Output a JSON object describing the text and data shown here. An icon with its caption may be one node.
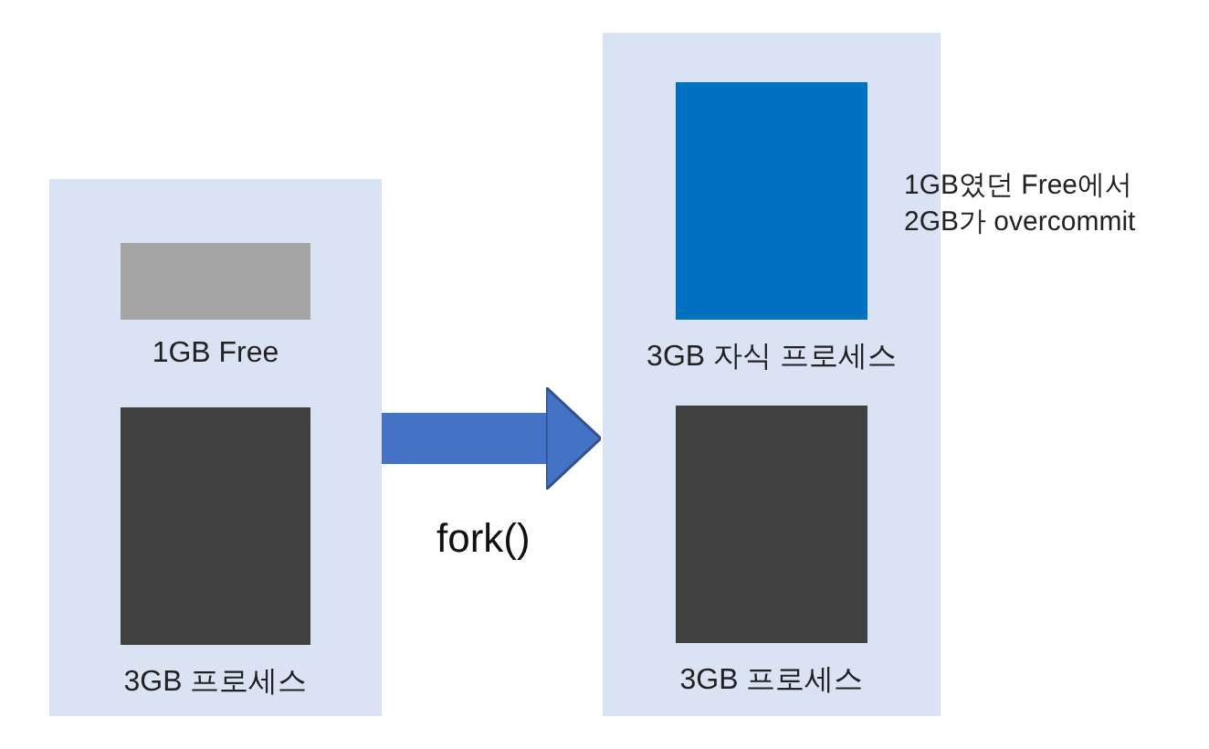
{
  "diagram": {
    "nodes": [
      {
        "text": [],
        "shape": "box"
      },
      {
        "text": [
          "1GB Free"
        ],
        "in": 0
      },
      {
        "text": [
          "3GB 프로세스"
        ],
        "in": 0
      },
      {
        "text": [],
        "shape": "box"
      },
      {
        "text": [
          "3GB 자식 프로세스"
        ],
        "in": 3,
        "beside": [
          "1GB였던 Free에서 2GB가 overcommit"
        ]
      },
      {
        "text": [
          "3GB 프로세스"
        ],
        "in": 3
      }
    ],
    "edges": [
      {
        "from": 0,
        "to": 3,
        "arrow": "to",
        "label": "fork()"
      }
    ]
  }
}
